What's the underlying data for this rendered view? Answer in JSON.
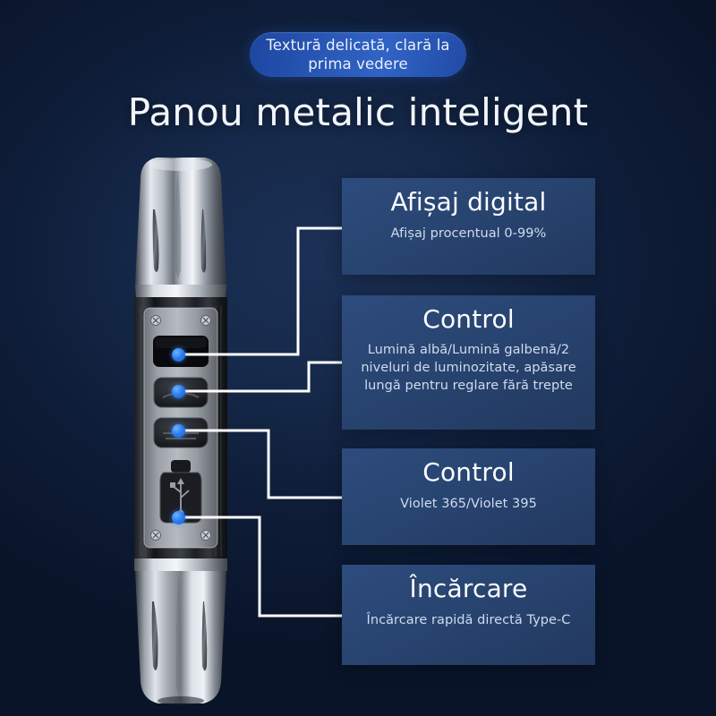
{
  "banner": {
    "text": "Textură delicată, clară la prima vedere",
    "bg_color": "#2a59b8"
  },
  "page_title": "Panou metalic inteligent",
  "background": {
    "color_dark": "#0a1428",
    "color_center": "#16294a"
  },
  "accent": {
    "dot_color": "#2b7ef0",
    "line_color": "#ffffff",
    "card_bg": "#284470"
  },
  "callouts": [
    {
      "name": "digital-display",
      "title": "Afișaj digital",
      "description": "Afișaj procentual 0-99%"
    },
    {
      "name": "light-control",
      "title": "Control",
      "description": "Lumină albă/Lumină galbenă/2 niveluri de luminozitate, apăsare lungă pentru reglare fără trepte"
    },
    {
      "name": "uv-control",
      "title": "Control",
      "description": "Violet 365/Violet 395"
    },
    {
      "name": "charging",
      "title": "Încărcare",
      "description": "Încărcare rapidă directă Type-C"
    }
  ],
  "product": {
    "name": "metal-panel-flashlight",
    "panel_screws": 4,
    "parts": [
      "display-window",
      "mode-button-upper",
      "mode-button-lower",
      "usb-c-port"
    ]
  }
}
